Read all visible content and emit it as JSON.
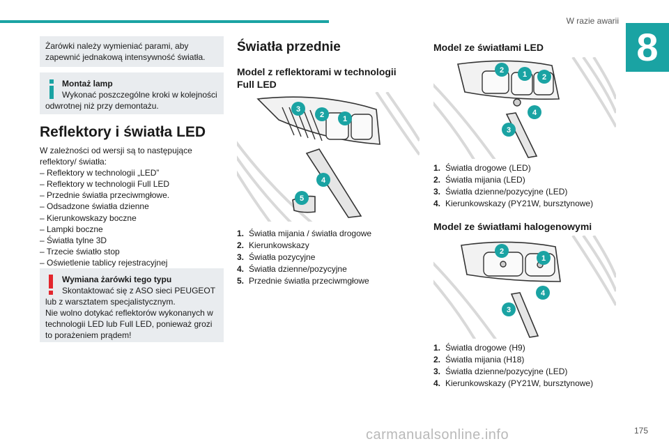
{
  "header": {
    "section": "W razie awarii",
    "chapter": "8"
  },
  "footer": {
    "page": "175",
    "watermark": "carmanualsonline.info"
  },
  "col1": {
    "note1": "Żarówki należy wymieniać parami, aby zapewnić jednakową intensywność światła.",
    "info": {
      "title": "Montaż lamp",
      "text": "Wykonać poszczególne kroki w kolejności odwrotnej niż przy demontażu."
    },
    "heading": "Reflektory i światła LED",
    "intro": "W zależności od wersji są to następujące reflektory/ światła:",
    "items": [
      "–  Reflektory w technologii „LED”",
      "–  Reflektory w technologii Full LED",
      "–  Przednie światła przeciwmgłowe.",
      "–  Odsadzone światła dzienne",
      "–  Kierunkowskazy boczne",
      "–  Lampki boczne",
      "–  Światła tylne 3D",
      "–  Trzecie światło stop",
      "–  Oświetlenie tablicy rejestracyjnej"
    ],
    "warning": {
      "title": "Wymiana żarówki tego typu",
      "line1": "Skontaktować się z ASO sieci PEUGEOT lub z warsztatem specjalistycznym.",
      "line2": "Nie wolno dotykać reflektorów wykonanych w technologii LED lub Full LED, ponieważ grozi to porażeniem prądem!"
    }
  },
  "col2": {
    "heading": "Światła przednie",
    "subheading": "Model z reflektorami w technologii Full LED",
    "legend": [
      {
        "n": "1.",
        "t": "Światła mijania / światła drogowe"
      },
      {
        "n": "2.",
        "t": "Kierunkowskazy"
      },
      {
        "n": "3.",
        "t": "Światła pozycyjne"
      },
      {
        "n": "4.",
        "t": "Światła dzienne/pozycyjne"
      },
      {
        "n": "5.",
        "t": "Przednie światła przeciwmgłowe"
      }
    ],
    "figure_marks": [
      "3",
      "2",
      "1",
      "4",
      "5"
    ]
  },
  "col3": {
    "heading_led": "Model ze światłami LED",
    "legend_led": [
      {
        "n": "1.",
        "t": "Światła drogowe (LED)"
      },
      {
        "n": "2.",
        "t": "Światła mijania (LED)"
      },
      {
        "n": "3.",
        "t": "Światła dzienne/pozycyjne (LED)"
      },
      {
        "n": "4.",
        "t": "Kierunkowskazy (PY21W, bursztynowe)"
      }
    ],
    "marks_led": [
      "2",
      "1",
      "2",
      "4",
      "3"
    ],
    "heading_halogen": "Model ze światłami halogenowymi",
    "legend_halogen": [
      {
        "n": "1.",
        "t": "Światła drogowe (H9)"
      },
      {
        "n": "2.",
        "t": "Światła mijania (H18)"
      },
      {
        "n": "3.",
        "t": "Światła dzienne/pozycyjne (LED)"
      },
      {
        "n": "4.",
        "t": "Kierunkowskazy (PY21W, bursztynowe)"
      }
    ],
    "marks_halogen": [
      "2",
      "1",
      "4",
      "3"
    ]
  },
  "colors": {
    "accent": "#1aa3a3",
    "warning": "#e3262d",
    "note_bg": "#e9ecef"
  }
}
